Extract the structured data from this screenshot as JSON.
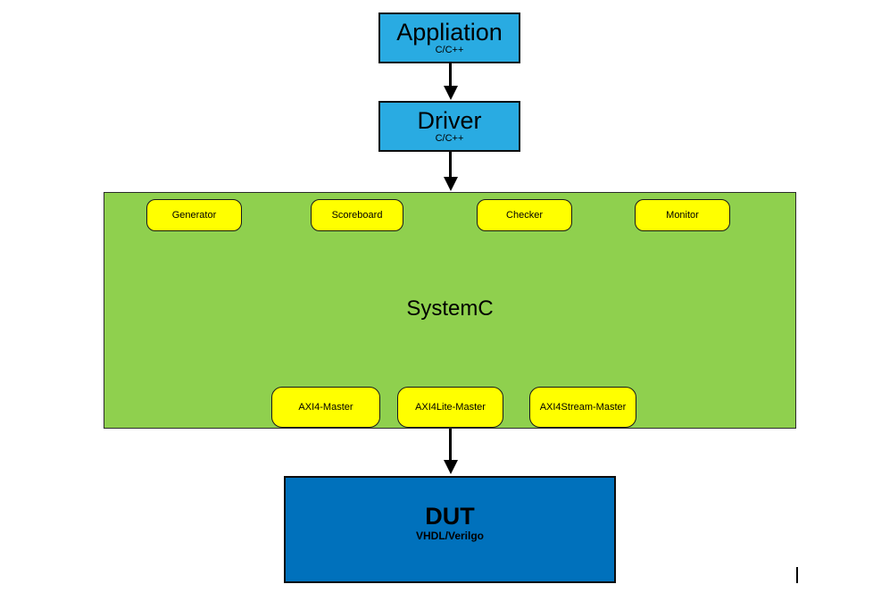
{
  "diagram": {
    "nodes": {
      "application": {
        "title": "Appliation",
        "subtitle": "C/C++"
      },
      "driver": {
        "title": "Driver",
        "subtitle": "C/C++"
      },
      "systemc": {
        "title": "SystemC",
        "top_components": [
          "Generator",
          "Scoreboard",
          "Checker",
          "Monitor"
        ],
        "bottom_components": [
          "AXI4-Master",
          "AXI4Lite-Master",
          "AXI4Stream-Master"
        ]
      },
      "dut": {
        "title": "DUT",
        "subtitle": "VHDL/Verilgo"
      }
    },
    "colors": {
      "application_fill": "#29ABE2",
      "driver_fill": "#29ABE2",
      "systemc_fill": "#8FD04E",
      "component_fill": "#FFFF00",
      "dut_fill": "#0071BC",
      "arrow": "#000000",
      "text": "#000000"
    }
  }
}
